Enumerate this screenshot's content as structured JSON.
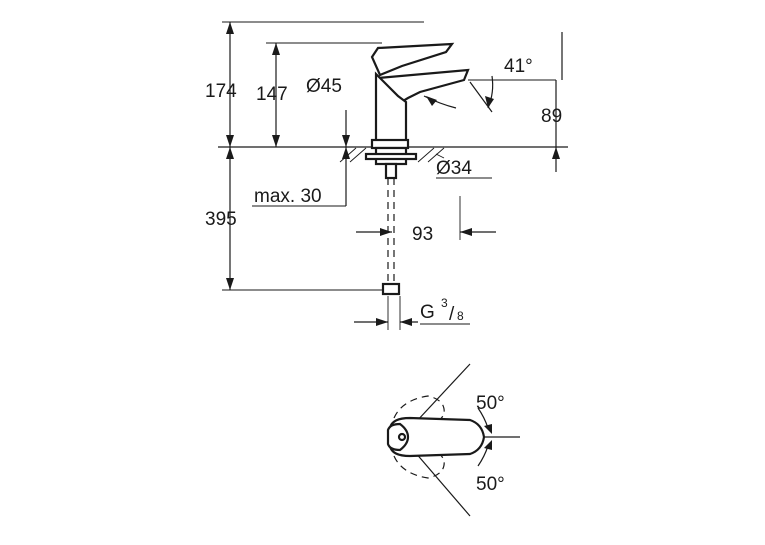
{
  "dimensions": {
    "total_height": "174",
    "spout_height": "147",
    "base_diameter": "Ø45",
    "lever_angle": "41°",
    "spout_reach_height": "89",
    "hole_diameter": "Ø34",
    "max_deck_thickness": "max. 30",
    "below_deck_length": "395",
    "spout_projection": "93",
    "thread_prefix": "G",
    "thread_numerator": "3",
    "thread_denominator": "8"
  },
  "top_view": {
    "rotation_up": "50°",
    "rotation_down": "50°"
  }
}
